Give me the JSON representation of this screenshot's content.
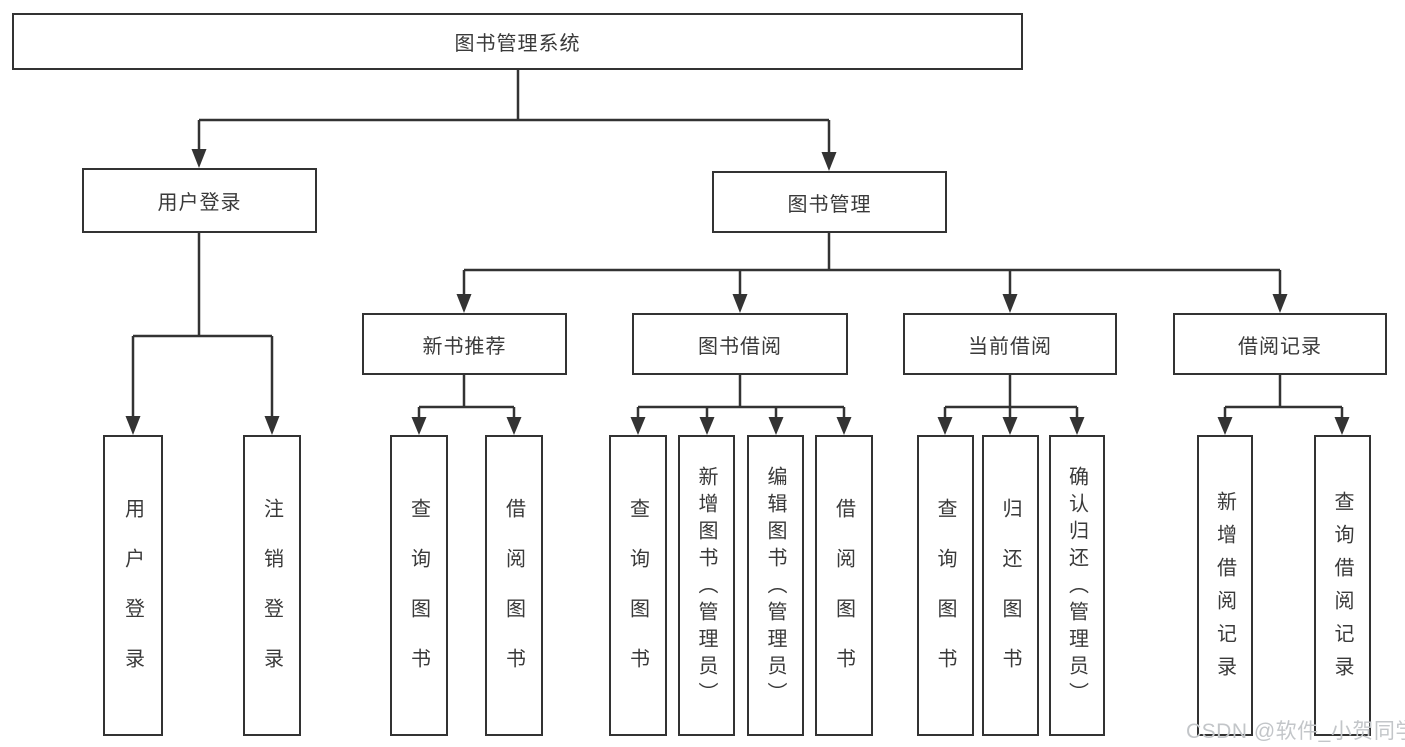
{
  "tree": {
    "root": "图书管理系统",
    "user_login": {
      "label": "用户登录",
      "children": [
        "用户登录",
        "注销登录"
      ]
    },
    "book_mgmt": {
      "label": "图书管理",
      "children": [
        {
          "label": "新书推荐",
          "children": [
            "查询图书",
            "借阅图书"
          ]
        },
        {
          "label": "图书借阅",
          "children": [
            "查询图书",
            "新增图书（管理员）",
            "编辑图书（管理员）",
            "借阅图书"
          ]
        },
        {
          "label": "当前借阅",
          "children": [
            "查询图书",
            "归还图书",
            "确认归还（管理员）"
          ]
        },
        {
          "label": "借阅记录",
          "children": [
            "新增借阅记录",
            "查询借阅记录"
          ]
        }
      ]
    }
  },
  "watermark": "CSDN @软件_小贺同学",
  "colors": {
    "line": "#333333",
    "text": "#3a3a3a",
    "box_background": "#ffffff",
    "watermark": "#c3c6c9",
    "background": "#ffffff"
  }
}
